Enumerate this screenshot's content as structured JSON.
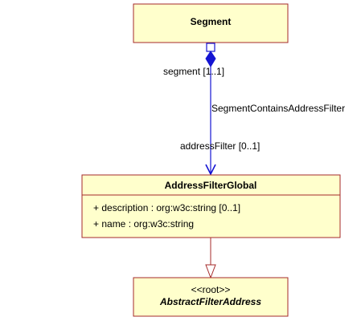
{
  "classes": {
    "segment": {
      "name": "Segment"
    },
    "address_filter_global": {
      "name": "AddressFilterGlobal",
      "attributes": [
        "+ description : org:w3c:string [0..1]",
        "+ name : org:w3c:string"
      ]
    },
    "abstract_filter_address": {
      "stereotype": "<<root>>",
      "name": "AbstractFilterAddress"
    }
  },
  "association": {
    "name": "SegmentContainsAddressFilter",
    "source_role": "segment [1..1]",
    "target_role": "addressFilter [0..1]"
  },
  "colors": {
    "class_fill": "#ffffcc",
    "class_border": "#a52a2a",
    "association": "#1414d2"
  }
}
